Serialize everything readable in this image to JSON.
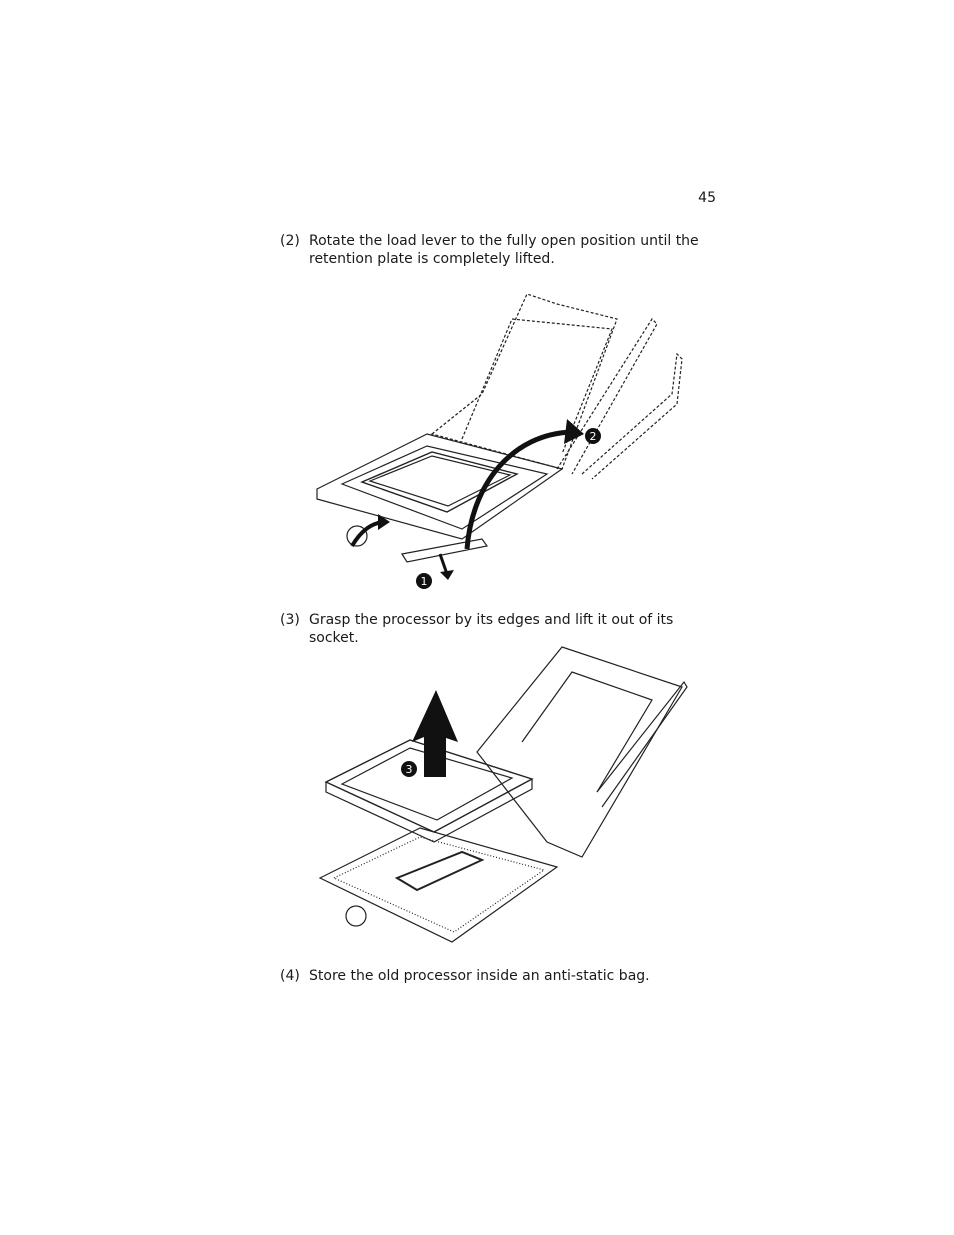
{
  "page_number": "45",
  "steps": [
    {
      "num": "(2)",
      "text": "Rotate the load lever to the fully open position until the retention plate is completely lifted."
    },
    {
      "num": "(3)",
      "text": "Grasp the processor by its edges and lift it out of its socket."
    },
    {
      "num": "(4)",
      "text": "Store the old processor inside an anti-static bag."
    }
  ],
  "figures": {
    "fig1": {
      "callouts": [
        "1",
        "2"
      ]
    },
    "fig2": {
      "callouts": [
        "3"
      ]
    }
  }
}
